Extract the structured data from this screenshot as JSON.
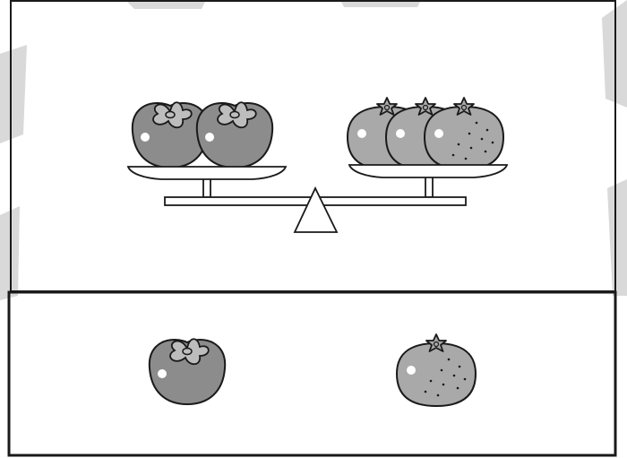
{
  "scene": {
    "left_pan_fruit": "persimmon",
    "left_pan_count": 2,
    "right_pan_fruit": "tangerine",
    "right_pan_count": 3,
    "balance_state": "level",
    "legend_items": [
      "persimmon",
      "tangerine"
    ]
  },
  "colors": {
    "background": "#ffffff",
    "outline": "#1a1a1a",
    "persimmon_body": "#8c8c8c",
    "persimmon_calyx": "#bdbdbd",
    "tangerine_body": "#a9a9a9",
    "highlight": "#ffffff",
    "scale_fill": "#ffffff",
    "sketch_marks": "#d9d9d9"
  }
}
